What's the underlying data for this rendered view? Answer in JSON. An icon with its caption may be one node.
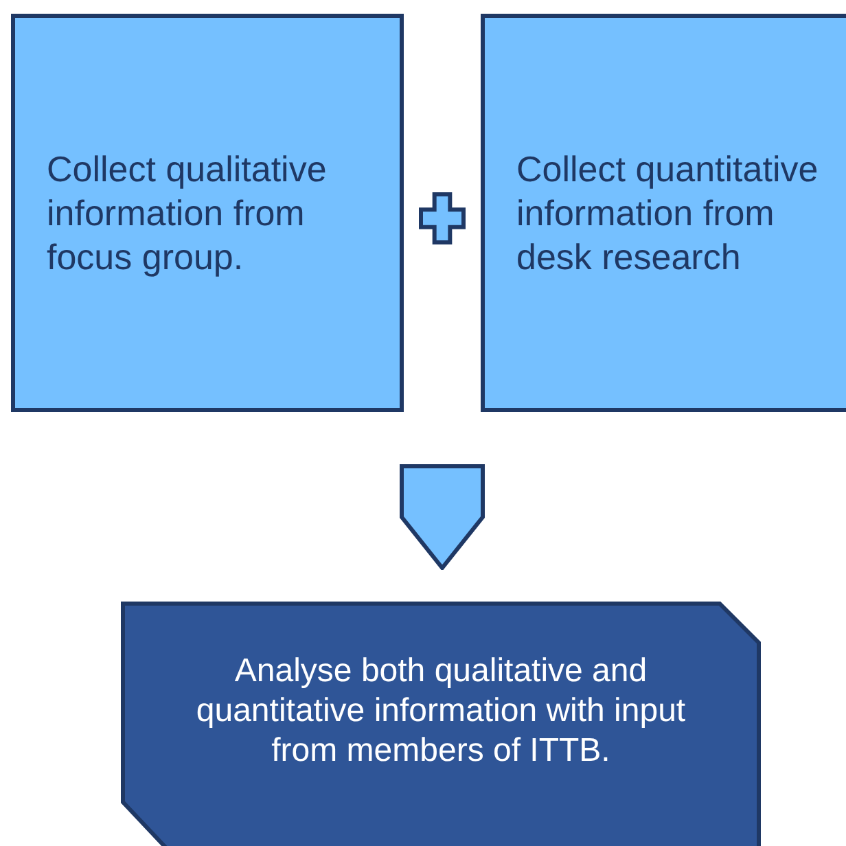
{
  "diagram": {
    "nodes": [
      {
        "text": [
          "Collect qualitative information from focus group."
        ]
      },
      {
        "text": [],
        "shape": "cross"
      },
      {
        "text": [
          "Collect quantitative information from desk research"
        ]
      },
      {
        "text": [],
        "shape": "arrow"
      },
      {
        "text": [
          "Analyse both qualitative and quantitative information with input from members of ITTB."
        ]
      }
    ]
  }
}
